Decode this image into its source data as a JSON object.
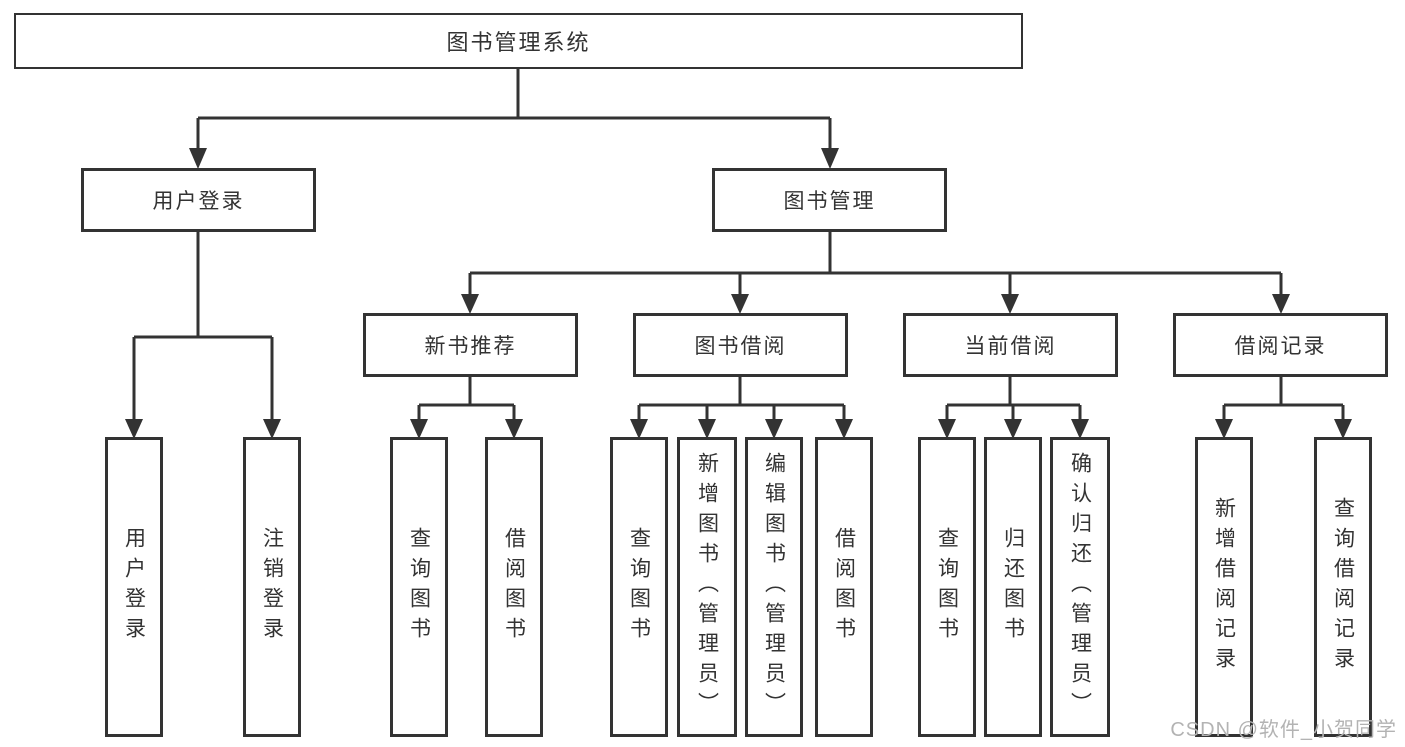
{
  "colors": {
    "line": "#333333",
    "text": "#333333",
    "bg": "#ffffff",
    "box_bg": "#ffffff",
    "watermark": "#b3b3b3"
  },
  "watermark": "CSDN @软件_小贺同学",
  "tree": {
    "root": "图书管理系统",
    "level2": {
      "user_login": "用户登录",
      "book_mgmt": "图书管理"
    },
    "level3": {
      "new_book_rec": "新书推荐",
      "book_borrow": "图书借阅",
      "current_borrow": "当前借阅",
      "borrow_record": "借阅记录"
    },
    "leaves": {
      "user_login_1": "用户登录",
      "user_login_2": "注销登录",
      "new_book_1": "查询图书",
      "new_book_2": "借阅图书",
      "borrow_1": "查询图书",
      "borrow_2": "新增图书（管理员）",
      "borrow_3": "编辑图书（管理员）",
      "borrow_4": "借阅图书",
      "current_1": "查询图书",
      "current_2": "归还图书",
      "current_3": "确认归还（管理员）",
      "record_1": "新增借阅记录",
      "record_2": "查询借阅记录"
    }
  }
}
